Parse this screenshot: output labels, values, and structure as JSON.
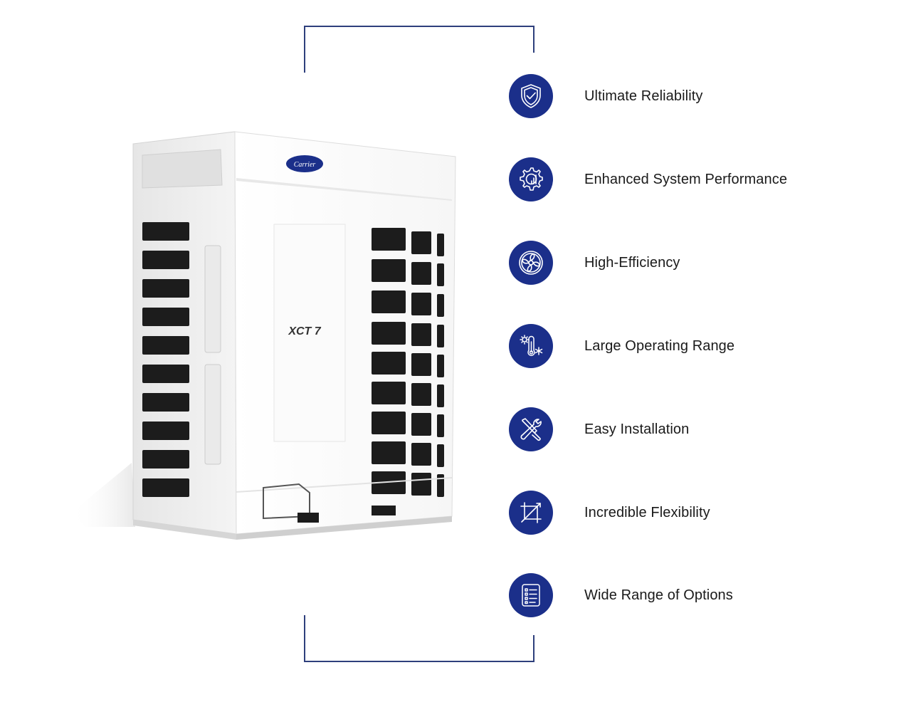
{
  "product": {
    "brand_logo_text": "Carrier",
    "model_badge_text": "XCT 7"
  },
  "features": [
    {
      "label": "Ultimate Reliability",
      "icon": "shield-check-icon"
    },
    {
      "label": "Enhanced System Performance",
      "icon": "gear-chart-icon"
    },
    {
      "label": "High-Efficiency",
      "icon": "fan-icon"
    },
    {
      "label": "Large Operating Range",
      "icon": "thermometer-sun-snow-icon"
    },
    {
      "label": "Easy Installation",
      "icon": "tools-icon"
    },
    {
      "label": "Incredible Flexibility",
      "icon": "flexible-square-icon"
    },
    {
      "label": "Wide Range of Options",
      "icon": "checklist-icon"
    }
  ],
  "colors": {
    "accent": "#1b2f8a",
    "frame_line": "#2e3f7c",
    "text": "#1a1a1a"
  }
}
